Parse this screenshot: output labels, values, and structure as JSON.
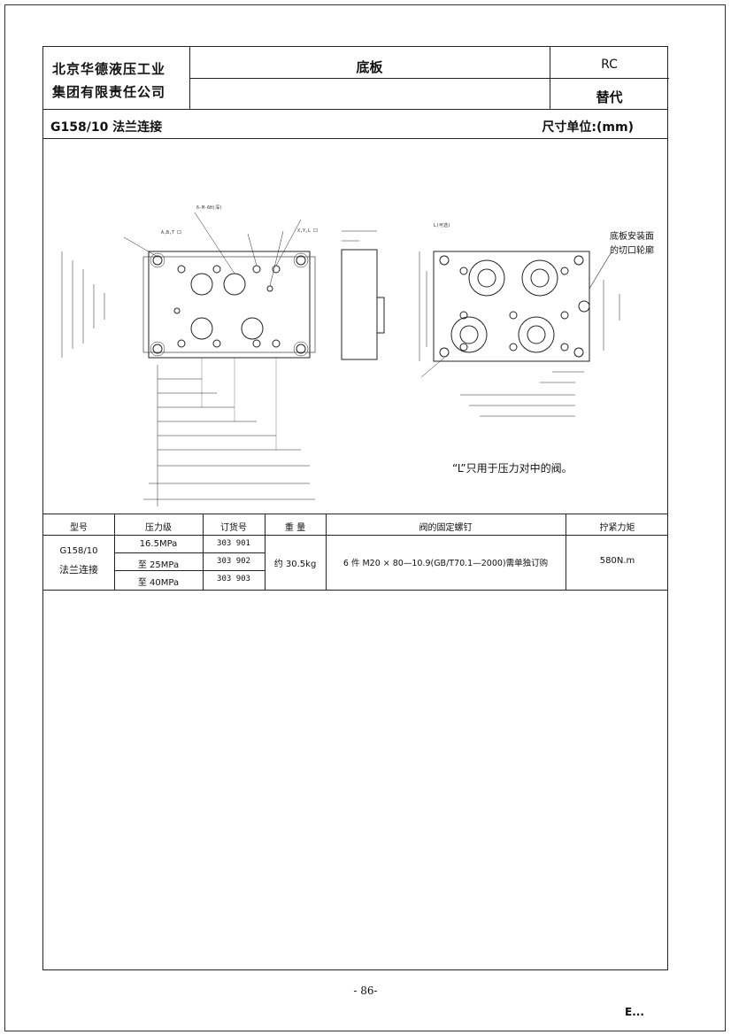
{
  "header": {
    "company_line1": "北京华德液压工业",
    "company_line2": "集团有限责任公司",
    "title": "底板",
    "code": "RC",
    "replace_label": "替代"
  },
  "subheader": {
    "left": "G158/10 法兰连接",
    "right": "尺寸单位:(mm)"
  },
  "drawing": {
    "note": "“L”只用于压力对中的阀。",
    "callout_line1": "底板安装面",
    "callout_line2": "的切口轮廓"
  },
  "table": {
    "headers": [
      "型号",
      "压力级",
      "订货号",
      "重 量",
      "阀的固定螺钉",
      "拧紧力矩"
    ],
    "model_line1": "G158/10",
    "model_line2": "法兰连接",
    "rows": [
      {
        "pressure": "16.5MPa",
        "order": "303 901"
      },
      {
        "pressure": "至 25MPa",
        "order": "303 902"
      },
      {
        "pressure": "至 40MPa",
        "order": "303 903"
      }
    ],
    "weight": "约 30.5kg",
    "screws": "6 件 M20 × 80—10.9(GB/T70.1—2000)需单独订购",
    "torque": "580N.m"
  },
  "footer": {
    "page_number": "- 86-",
    "logo_text": "E..."
  }
}
